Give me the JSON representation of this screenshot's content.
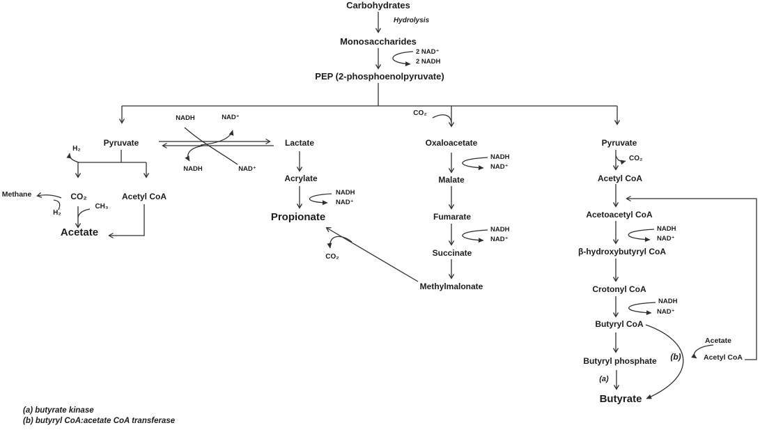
{
  "colors": {
    "background": "#ffffff",
    "line": "#2f2f2f",
    "text": "#1c1c1c"
  },
  "top": {
    "carbohydrates": "Carbohydrates",
    "hydrolysis_label": "Hydrolysis",
    "monosaccharides": "Monosaccharides",
    "nad_in": "2 NAD⁺",
    "nadh_out": "2 NADH",
    "pep": "PEP (2-phosphoenolpyruvate)"
  },
  "acetate_branch": {
    "pyruvate": "Pyruvate",
    "h2_release": "H₂",
    "co2": "CO₂",
    "acetyl_coa": "Acetyl CoA",
    "methane": "Methane",
    "h2_in": "H₂",
    "ch3_in": "CH₃",
    "acetate": "Acetate"
  },
  "propionate_branch": {
    "nadh_forward": "NADH",
    "nad_forward": "NAD⁺",
    "nadh_reverse": "NADH",
    "nad_reverse": "NAD⁺",
    "lactate": "Lactate",
    "acrylate": "Acrylate",
    "nadh": "NADH",
    "nad": "NAD⁺",
    "propionate": "Propionate",
    "co2_release": "CO₂"
  },
  "succinate_branch": {
    "co2_in": "CO₂",
    "oxaloacetate": "Oxaloacetate",
    "nadh_1": "NADH",
    "nad_1": "NAD⁺",
    "malate": "Malate",
    "fumarate": "Fumarate",
    "nadh_2": "NADH",
    "nad_2": "NAD⁺",
    "succinate": "Succinate",
    "methylmalonate": "Methylmalonate"
  },
  "butyrate_branch": {
    "pyruvate": "Pyruvate",
    "co2_release": "CO₂",
    "acetyl_coa": "Acetyl CoA",
    "acetoacetyl_coa": "Acetoacetyl CoA",
    "nadh_1": "NADH",
    "nad_1": "NAD⁺",
    "beta_hydroxybutyryl_coa": "β-hydroxybutyryl CoA",
    "crotonyl_coa": "Crotonyl CoA",
    "nadh_2": "NADH",
    "nad_2": "NAD⁺",
    "butyryl_coa": "Butyryl CoA",
    "butyryl_phosphate": "Butyryl phosphate",
    "enzyme_a_marker": "(a)",
    "enzyme_b_marker": "(b)",
    "butyrate": "Butyrate",
    "acetate_in": "Acetate",
    "acetyl_coa_out": "Acetyl CoA"
  },
  "legend": {
    "a": "(a) butyrate kinase",
    "b": "(b) butyryl CoA:acetate CoA transferase"
  }
}
